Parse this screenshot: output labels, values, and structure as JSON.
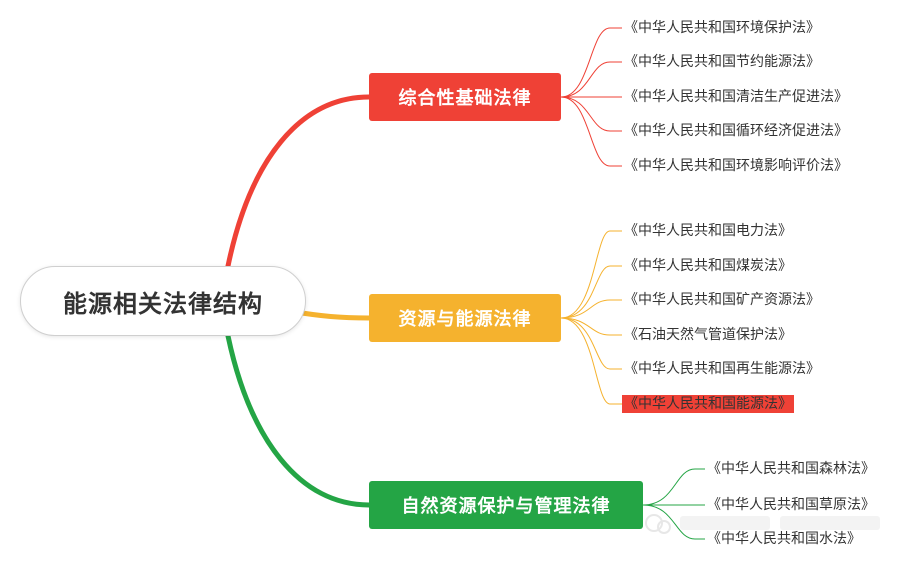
{
  "root": {
    "label": "能源相关法律结构"
  },
  "colors": {
    "red": "#ef4136",
    "yellow": "#f5b22e",
    "green": "#24a545"
  },
  "branches": [
    {
      "label": "综合性基础法律",
      "color": "red",
      "leaves": [
        "《中华人民共和国环境保护法》",
        "《中华人民共和国节约能源法》",
        "《中华人民共和国清洁生产促进法》",
        "《中华人民共和国循环经济促进法》",
        "《中华人民共和国环境影响评价法》"
      ]
    },
    {
      "label": "资源与能源法律",
      "color": "yellow",
      "leaves": [
        "《中华人民共和国电力法》",
        "《中华人民共和国煤炭法》",
        "《中华人民共和国矿产资源法》",
        "《石油天然气管道保护法》",
        "《中华人民共和国再生能源法》",
        "《中华人民共和国能源法》"
      ]
    },
    {
      "label": "自然资源保护与管理法律",
      "color": "green",
      "leaves": [
        "《中华人民共和国森林法》",
        "《中华人民共和国草原法》",
        "《中华人民共和国水法》"
      ]
    }
  ]
}
